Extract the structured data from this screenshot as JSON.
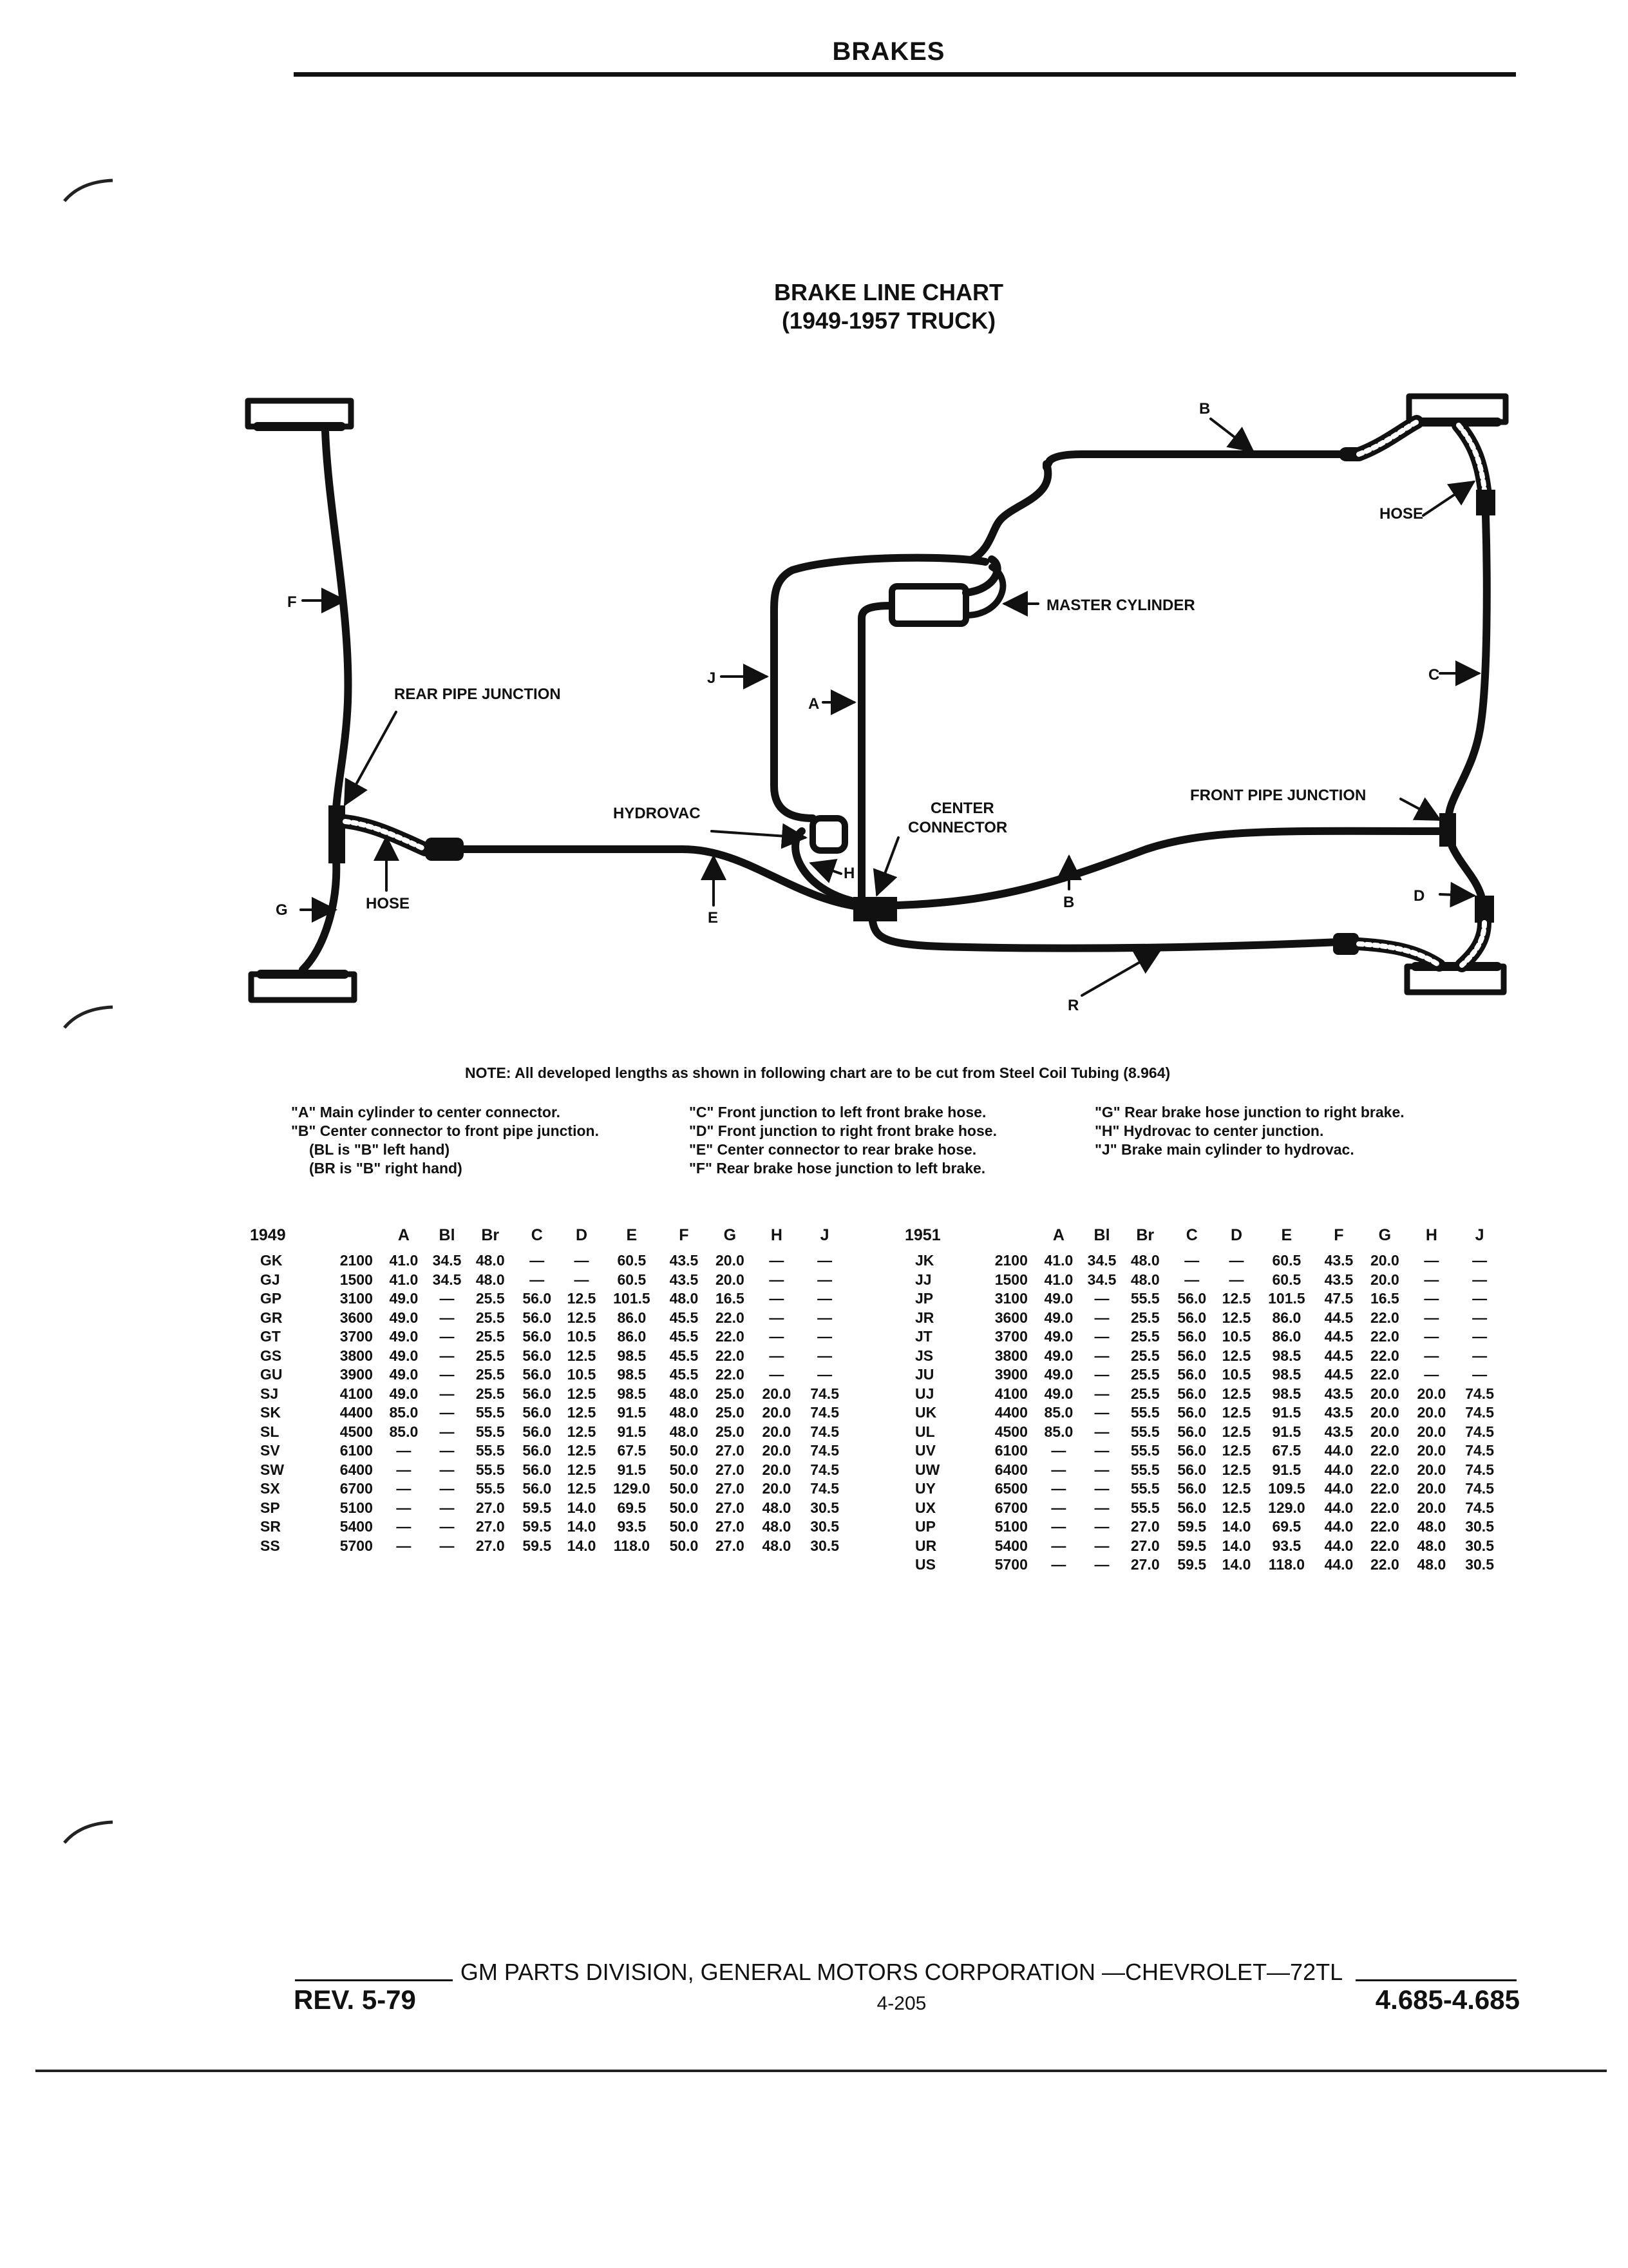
{
  "header": {
    "title": "BRAKES"
  },
  "chart_title": {
    "line1": "BRAKE LINE CHART",
    "line2": "(1949-1957 TRUCK)"
  },
  "diagram_labels": {
    "b_top": "B",
    "hose_right": "HOSE",
    "master_cylinder": "MASTER CYLINDER",
    "f": "F",
    "j": "J",
    "c": "C",
    "a": "A",
    "rear_pipe_junction": "REAR PIPE JUNCTION",
    "hydrovac": "HYDROVAC",
    "center_connector_1": "CENTER",
    "center_connector_2": "CONNECTOR",
    "front_pipe_junction": "FRONT PIPE JUNCTION",
    "h": "H",
    "d": "D",
    "g": "G",
    "hose_left": "HOSE",
    "e": "E",
    "b_bottom": "B",
    "r": "R"
  },
  "note": "NOTE:  All developed lengths as shown in following chart are to be cut from Steel Coil Tubing (8.964)",
  "legend": {
    "col1": [
      "\"A\" Main cylinder to center connector.",
      "\"B\" Center connector to front pipe junction.",
      "(BL is \"B\" left hand)",
      "(BR is \"B\" right hand)"
    ],
    "col2": [
      "\"C\" Front junction to left front brake hose.",
      "\"D\" Front junction to right front brake hose.",
      "\"E\" Center connector to rear brake hose.",
      "\"F\" Rear brake hose junction to left brake."
    ],
    "col3": [
      "\"G\" Rear brake hose junction to right brake.",
      "\"H\" Hydrovac to center junction.",
      "\"J\" Brake main cylinder to hydrovac."
    ]
  },
  "table_1949": {
    "year": "1949",
    "columns": [
      "A",
      "Bl",
      "Br",
      "C",
      "D",
      "E",
      "F",
      "G",
      "H",
      "J"
    ],
    "rows": [
      [
        "GK",
        "2100",
        "41.0",
        "34.5",
        "48.0",
        "—",
        "—",
        "60.5",
        "43.5",
        "20.0",
        "—",
        "—"
      ],
      [
        "GJ",
        "1500",
        "41.0",
        "34.5",
        "48.0",
        "—",
        "—",
        "60.5",
        "43.5",
        "20.0",
        "—",
        "—"
      ],
      [
        "GP",
        "3100",
        "49.0",
        "—",
        "25.5",
        "56.0",
        "12.5",
        "101.5",
        "48.0",
        "16.5",
        "—",
        "—"
      ],
      [
        "GR",
        "3600",
        "49.0",
        "—",
        "25.5",
        "56.0",
        "12.5",
        "86.0",
        "45.5",
        "22.0",
        "—",
        "—"
      ],
      [
        "GT",
        "3700",
        "49.0",
        "—",
        "25.5",
        "56.0",
        "10.5",
        "86.0",
        "45.5",
        "22.0",
        "—",
        "—"
      ],
      [
        "GS",
        "3800",
        "49.0",
        "—",
        "25.5",
        "56.0",
        "12.5",
        "98.5",
        "45.5",
        "22.0",
        "—",
        "—"
      ],
      [
        "GU",
        "3900",
        "49.0",
        "—",
        "25.5",
        "56.0",
        "10.5",
        "98.5",
        "45.5",
        "22.0",
        "—",
        "—"
      ],
      [
        "SJ",
        "4100",
        "49.0",
        "—",
        "25.5",
        "56.0",
        "12.5",
        "98.5",
        "48.0",
        "25.0",
        "20.0",
        "74.5"
      ],
      [
        "SK",
        "4400",
        "85.0",
        "—",
        "55.5",
        "56.0",
        "12.5",
        "91.5",
        "48.0",
        "25.0",
        "20.0",
        "74.5"
      ],
      [
        "SL",
        "4500",
        "85.0",
        "—",
        "55.5",
        "56.0",
        "12.5",
        "91.5",
        "48.0",
        "25.0",
        "20.0",
        "74.5"
      ],
      [
        "SV",
        "6100",
        "—",
        "—",
        "55.5",
        "56.0",
        "12.5",
        "67.5",
        "50.0",
        "27.0",
        "20.0",
        "74.5"
      ],
      [
        "SW",
        "6400",
        "—",
        "—",
        "55.5",
        "56.0",
        "12.5",
        "91.5",
        "50.0",
        "27.0",
        "20.0",
        "74.5"
      ],
      [
        "SX",
        "6700",
        "—",
        "—",
        "55.5",
        "56.0",
        "12.5",
        "129.0",
        "50.0",
        "27.0",
        "20.0",
        "74.5"
      ],
      [
        "SP",
        "5100",
        "—",
        "—",
        "27.0",
        "59.5",
        "14.0",
        "69.5",
        "50.0",
        "27.0",
        "48.0",
        "30.5"
      ],
      [
        "SR",
        "5400",
        "—",
        "—",
        "27.0",
        "59.5",
        "14.0",
        "93.5",
        "50.0",
        "27.0",
        "48.0",
        "30.5"
      ],
      [
        "SS",
        "5700",
        "—",
        "—",
        "27.0",
        "59.5",
        "14.0",
        "118.0",
        "50.0",
        "27.0",
        "48.0",
        "30.5"
      ]
    ]
  },
  "table_1951": {
    "year": "1951",
    "columns": [
      "A",
      "Bl",
      "Br",
      "C",
      "D",
      "E",
      "F",
      "G",
      "H",
      "J"
    ],
    "rows": [
      [
        "JK",
        "2100",
        "41.0",
        "34.5",
        "48.0",
        "—",
        "—",
        "60.5",
        "43.5",
        "20.0",
        "—",
        "—"
      ],
      [
        "JJ",
        "1500",
        "41.0",
        "34.5",
        "48.0",
        "—",
        "—",
        "60.5",
        "43.5",
        "20.0",
        "—",
        "—"
      ],
      [
        "JP",
        "3100",
        "49.0",
        "—",
        "55.5",
        "56.0",
        "12.5",
        "101.5",
        "47.5",
        "16.5",
        "—",
        "—"
      ],
      [
        "JR",
        "3600",
        "49.0",
        "—",
        "25.5",
        "56.0",
        "12.5",
        "86.0",
        "44.5",
        "22.0",
        "—",
        "—"
      ],
      [
        "JT",
        "3700",
        "49.0",
        "—",
        "25.5",
        "56.0",
        "10.5",
        "86.0",
        "44.5",
        "22.0",
        "—",
        "—"
      ],
      [
        "JS",
        "3800",
        "49.0",
        "—",
        "25.5",
        "56.0",
        "12.5",
        "98.5",
        "44.5",
        "22.0",
        "—",
        "—"
      ],
      [
        "JU",
        "3900",
        "49.0",
        "—",
        "25.5",
        "56.0",
        "10.5",
        "98.5",
        "44.5",
        "22.0",
        "—",
        "—"
      ],
      [
        "UJ",
        "4100",
        "49.0",
        "—",
        "25.5",
        "56.0",
        "12.5",
        "98.5",
        "43.5",
        "20.0",
        "20.0",
        "74.5"
      ],
      [
        "UK",
        "4400",
        "85.0",
        "—",
        "55.5",
        "56.0",
        "12.5",
        "91.5",
        "43.5",
        "20.0",
        "20.0",
        "74.5"
      ],
      [
        "UL",
        "4500",
        "85.0",
        "—",
        "55.5",
        "56.0",
        "12.5",
        "91.5",
        "43.5",
        "20.0",
        "20.0",
        "74.5"
      ],
      [
        "UV",
        "6100",
        "—",
        "—",
        "55.5",
        "56.0",
        "12.5",
        "67.5",
        "44.0",
        "22.0",
        "20.0",
        "74.5"
      ],
      [
        "UW",
        "6400",
        "—",
        "—",
        "55.5",
        "56.0",
        "12.5",
        "91.5",
        "44.0",
        "22.0",
        "20.0",
        "74.5"
      ],
      [
        "UY",
        "6500",
        "—",
        "—",
        "55.5",
        "56.0",
        "12.5",
        "109.5",
        "44.0",
        "22.0",
        "20.0",
        "74.5"
      ],
      [
        "UX",
        "6700",
        "—",
        "—",
        "55.5",
        "56.0",
        "12.5",
        "129.0",
        "44.0",
        "22.0",
        "20.0",
        "74.5"
      ],
      [
        "UP",
        "5100",
        "—",
        "—",
        "27.0",
        "59.5",
        "14.0",
        "69.5",
        "44.0",
        "22.0",
        "48.0",
        "30.5"
      ],
      [
        "UR",
        "5400",
        "—",
        "—",
        "27.0",
        "59.5",
        "14.0",
        "93.5",
        "44.0",
        "22.0",
        "48.0",
        "30.5"
      ],
      [
        "US",
        "5700",
        "—",
        "—",
        "27.0",
        "59.5",
        "14.0",
        "118.0",
        "44.0",
        "22.0",
        "48.0",
        "30.5"
      ]
    ]
  },
  "footer": {
    "center": "GM PARTS DIVISION, GENERAL MOTORS CORPORATION —CHEVROLET—72TL",
    "page": "4-205",
    "rev": "REV. 5-79",
    "number": "4.685-4.685"
  }
}
